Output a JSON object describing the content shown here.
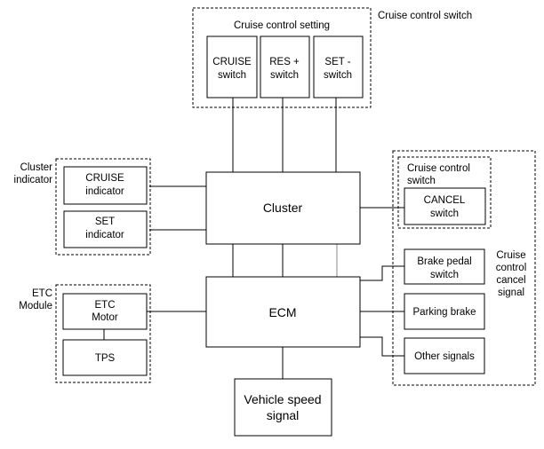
{
  "groups": {
    "cruise_switch_group": "Cruise control switch",
    "cruise_setting": "Cruise control setting",
    "cluster_indicator": [
      "Cluster",
      "indicator"
    ],
    "etc_module": [
      "ETC",
      "Module"
    ],
    "cancel_signal": [
      "Cruise",
      "control",
      "cancel",
      "signal"
    ],
    "cancel_switch_group": [
      "Cruise control",
      "switch"
    ]
  },
  "blocks": {
    "cruise_switch": [
      "CRUISE",
      "switch"
    ],
    "res_switch": [
      "RES +",
      "switch"
    ],
    "set_switch": [
      "SET -",
      "switch"
    ],
    "cruise_indicator": [
      "CRUISE",
      "indicator"
    ],
    "set_indicator": [
      "SET",
      "indicator"
    ],
    "cluster": "Cluster",
    "cancel_switch": [
      "CANCEL",
      "switch"
    ],
    "ecm": "ECM",
    "etc_motor": [
      "ETC",
      "Motor"
    ],
    "tps": "TPS",
    "brake_pedal_switch": [
      "Brake pedal",
      "switch"
    ],
    "parking_brake": "Parking brake",
    "other_signals": "Other signals",
    "vehicle_speed": [
      "Vehicle speed",
      "signal"
    ]
  }
}
